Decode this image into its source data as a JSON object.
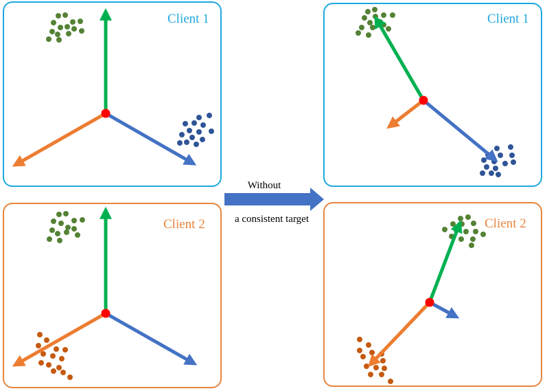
{
  "colors": {
    "client1": "#1FA8DE",
    "client2": "#E8853F",
    "green": "#00B050",
    "orange": "#ED7D31",
    "blue": "#4472C4",
    "origin": "#FF0000",
    "dot_green": "#548235",
    "dot_blue": "#2F5597",
    "dot_orange": "#C55A11",
    "big_arrow": "#4472C4"
  },
  "panels": {
    "tl": {
      "label": "Client 1"
    },
    "bl": {
      "label": "Client 2"
    },
    "tr": {
      "label": "Client 1"
    },
    "br": {
      "label": "Client 2"
    }
  },
  "middle": {
    "line1": "Without",
    "line2": "a consistent target"
  }
}
